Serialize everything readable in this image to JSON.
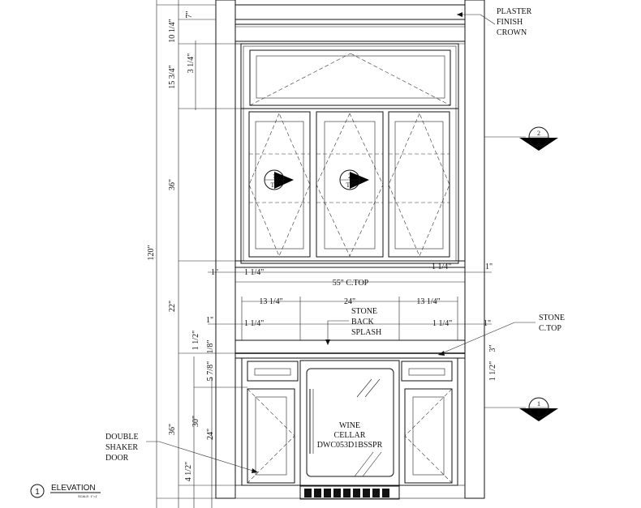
{
  "notes": {
    "plaster_crown": [
      "PLASTER",
      "FINISH",
      "CROWN"
    ],
    "stone_back_splash": [
      "STONE",
      "BACK",
      "SPLASH"
    ],
    "stone_ctop": [
      "STONE",
      "C.TOP"
    ],
    "double_shaker_door": [
      "DOUBLE",
      "SHAKER",
      "DOOR"
    ],
    "wine_cellar": [
      "WINE",
      "CELLAR",
      "DWC053D1BSSPR"
    ]
  },
  "dimensions": {
    "d_7": "7\"",
    "d_10_1_4": "10 1/4\"",
    "d_3_1_4": "3 1/4\"",
    "d_15_3_4": "15 3/4\"",
    "d_36_upper": "36\"",
    "d_120": "120\"",
    "d_22": "22\"",
    "d_1_1_2_left": "1 1/2\"",
    "d_1_8": "1/8\"",
    "d_5_7_8": "5 7/8\"",
    "d_30": "30\"",
    "d_24_v": "24\"",
    "d_36_lower": "36\"",
    "d_4_1_2": "4 1/2\"",
    "d_1_left_a": "1\"",
    "d_1_1_4_left": "1 1/4\"",
    "d_1_1_4_right": "1 1/4\"",
    "d_1_right_a": "1\"",
    "d_55_ctop": "55\" C.TOP",
    "d_13_1_4_left": "13 1/4\"",
    "d_24_h": "24\"",
    "d_13_1_4_right": "13 1/4\"",
    "d_1_left_b": "1\"",
    "d_1_1_4_left_b": "1 1/4\"",
    "d_1_1_4_right_b": "1 1/4\"",
    "d_1_right_b": "1\"",
    "d_3_right": "3\"",
    "d_1_1_2_right": "1 1/2\""
  },
  "section_markers": [
    {
      "id": "marker-1-t2",
      "number": "1",
      "sheet": "T2"
    },
    {
      "id": "marker-2-t2",
      "number": "2",
      "sheet": "T2"
    },
    {
      "id": "marker-2-t",
      "number": "2",
      "sheet": "T"
    },
    {
      "id": "marker-1-t",
      "number": "1",
      "sheet": "T"
    }
  ],
  "title_block": {
    "number": "1",
    "title": "ELEVATION",
    "scale": "SCALE: 1\"=1'"
  }
}
